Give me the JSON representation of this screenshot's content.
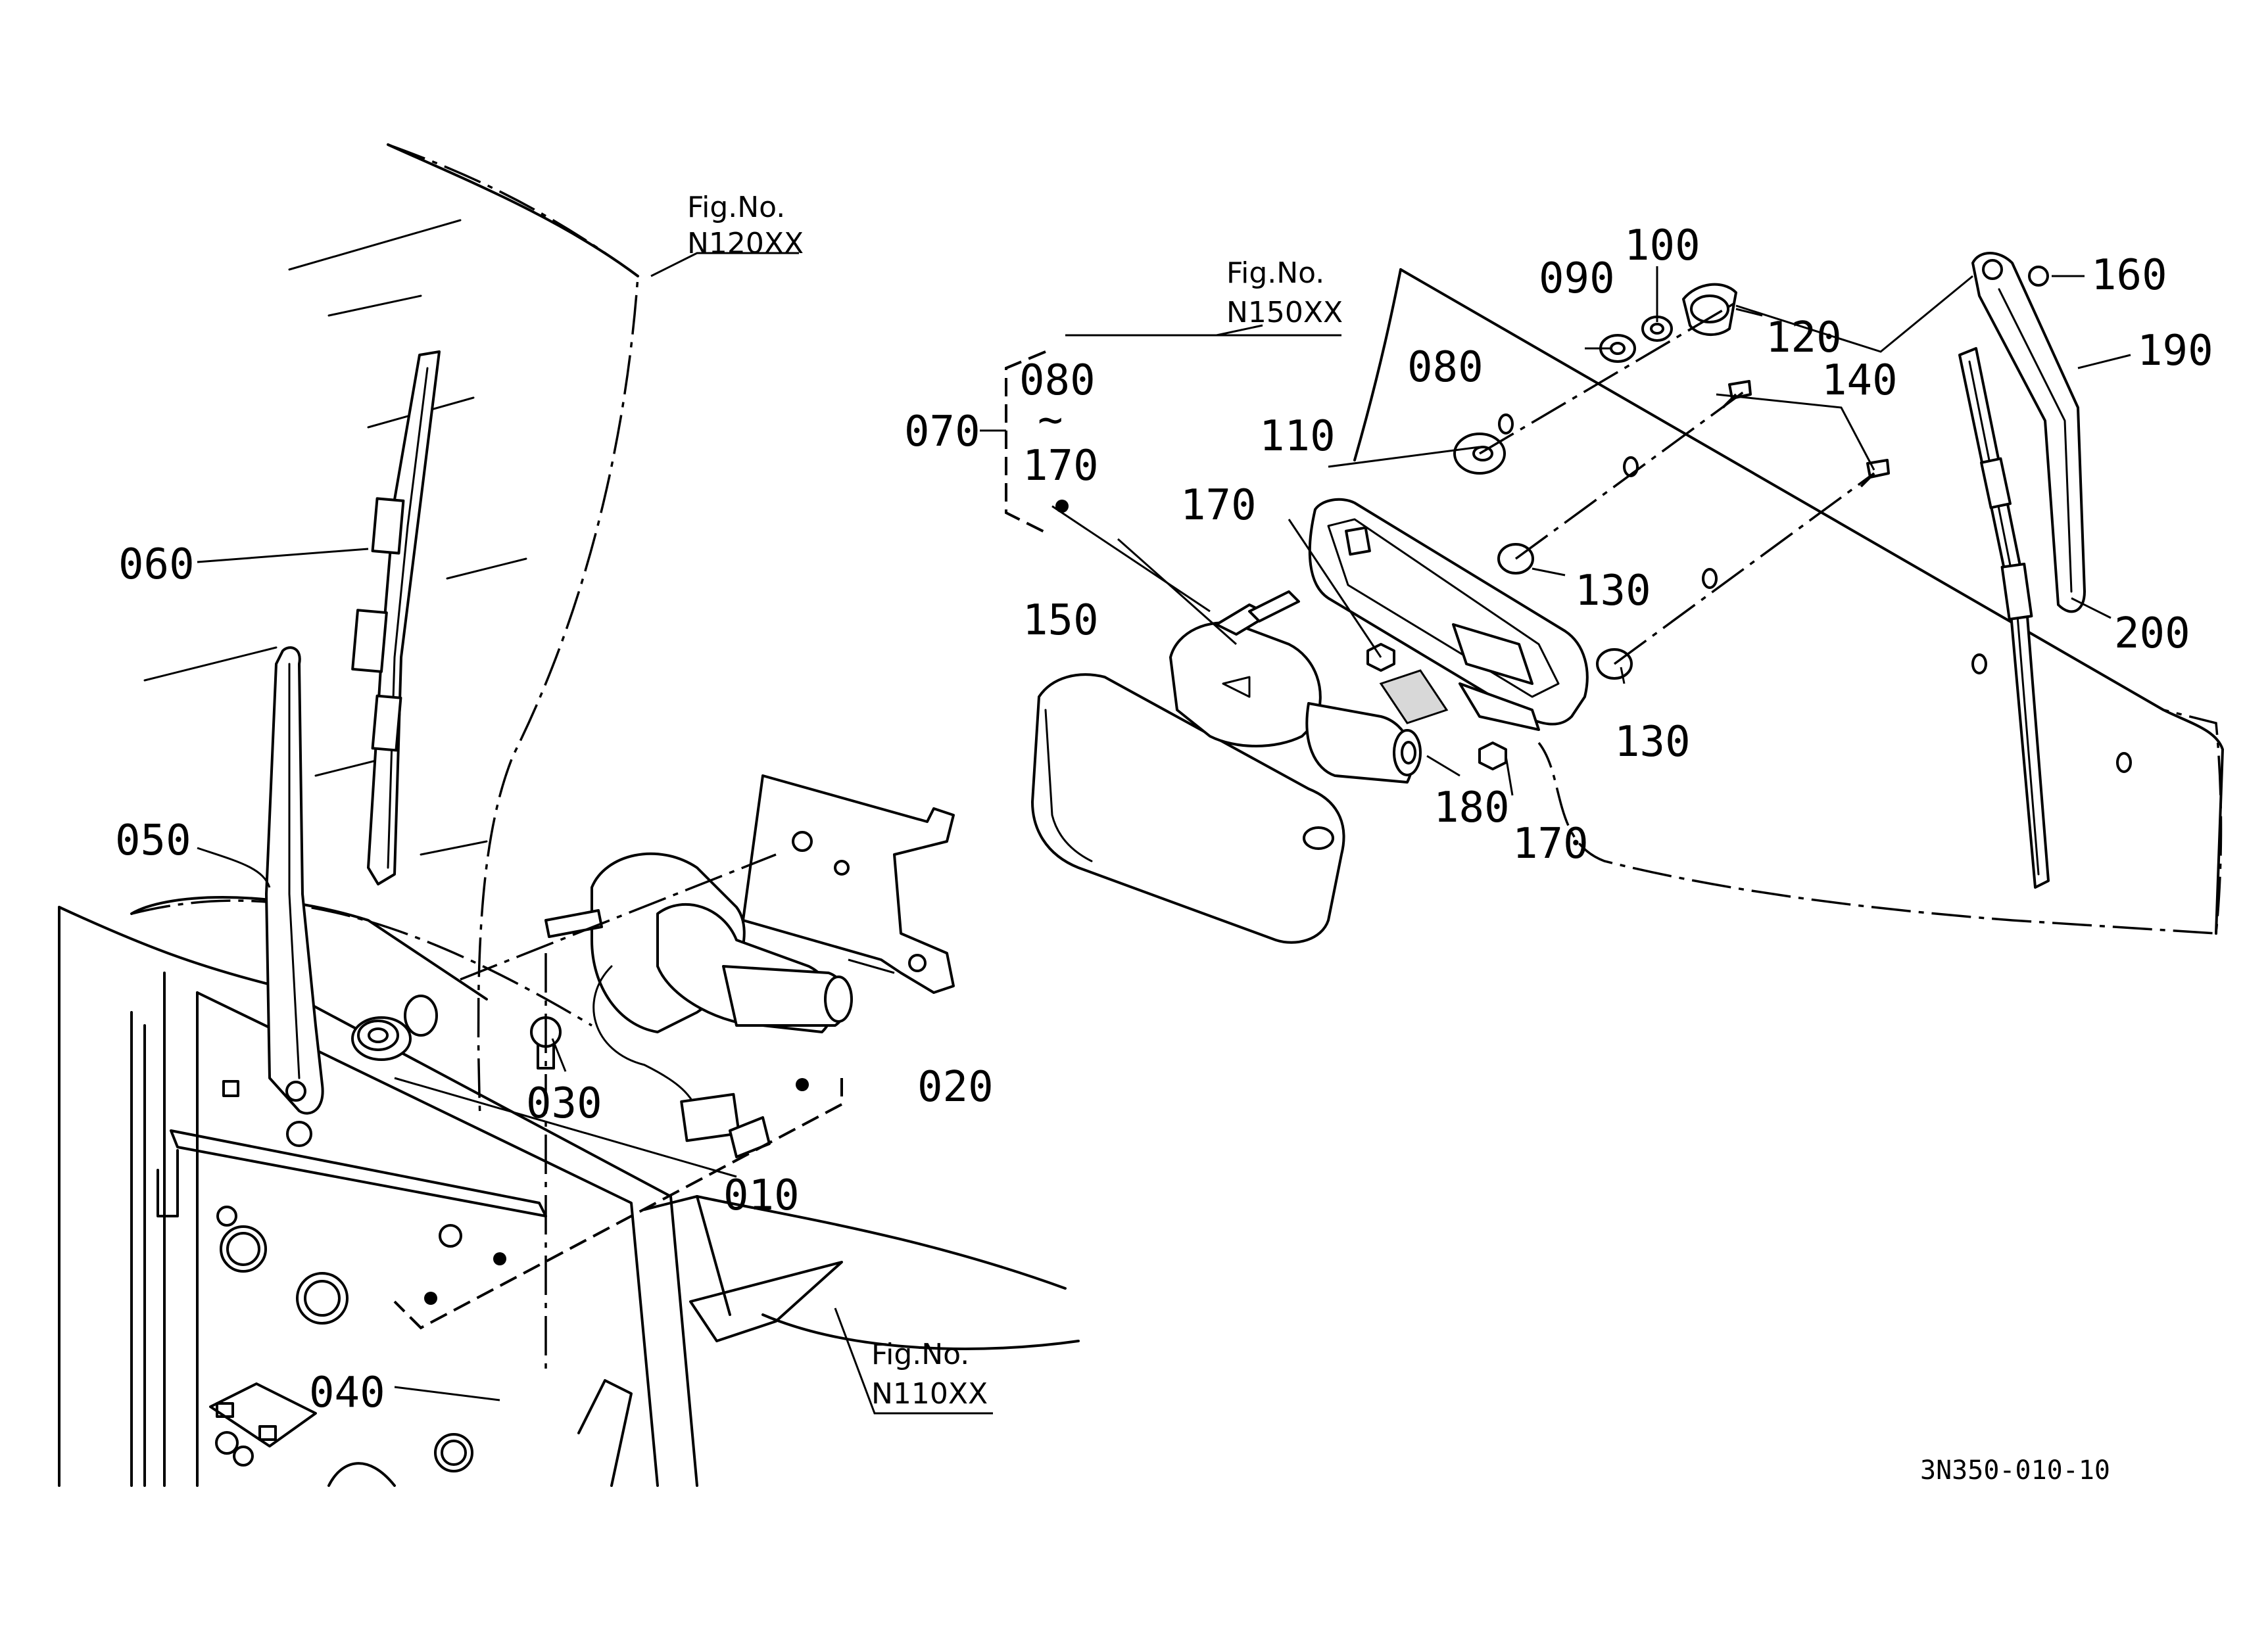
{
  "diagram_id": "3N350-010-10",
  "figure_refs": [
    {
      "id": "n120",
      "line1": "Fig.No.",
      "line2": "N120XX"
    },
    {
      "id": "n150",
      "line1": "Fig.No.",
      "line2": "N150XX"
    },
    {
      "id": "n110",
      "line1": "Fig.No.",
      "line2": "N110XX"
    }
  ],
  "range_bracket": {
    "group": "070",
    "from": "080",
    "tilde": "~",
    "to": "170"
  },
  "part_labels": {
    "p010": "010",
    "p020": "020",
    "p030": "030",
    "p040": "040",
    "p050": "050",
    "p060": "060",
    "p080": "080",
    "p090": "090",
    "p100": "100",
    "p110": "110",
    "p120": "120",
    "p130a": "130",
    "p130b": "130",
    "p140": "140",
    "p150": "150",
    "p160": "160",
    "p170a": "170",
    "p170b": "170",
    "p180": "180",
    "p190": "190",
    "p200": "200"
  }
}
